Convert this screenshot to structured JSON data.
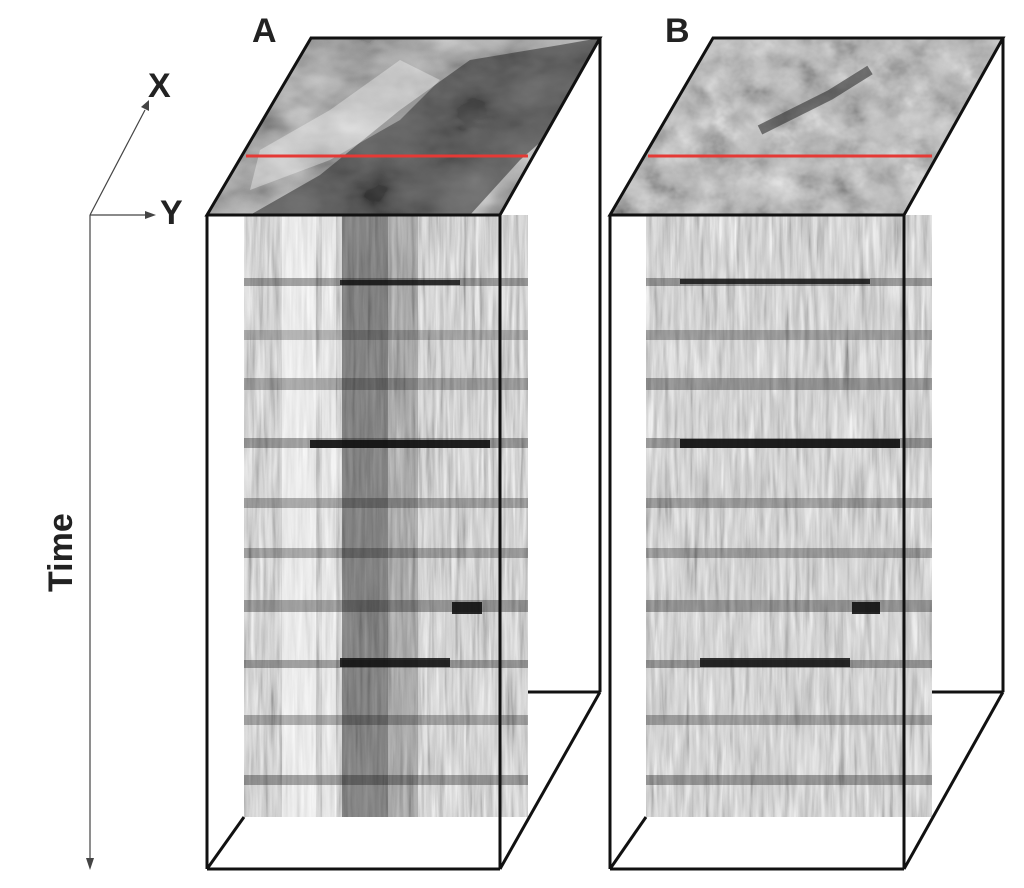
{
  "figure": {
    "panels": [
      {
        "label": "A"
      },
      {
        "label": "B"
      }
    ],
    "axes": {
      "x_label": "X",
      "y_label": "Y",
      "time_label": "Time"
    },
    "colors": {
      "section_line": "#e53935",
      "box_edge": "#111111",
      "axis_line": "#444444"
    }
  }
}
